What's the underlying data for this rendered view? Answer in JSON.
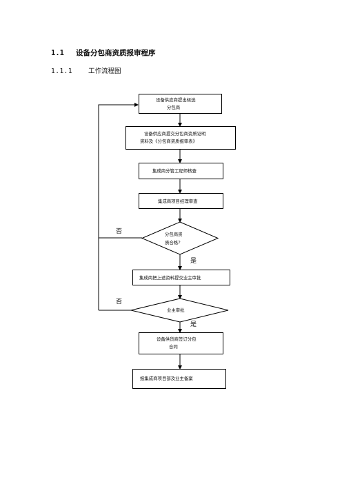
{
  "heading": {
    "number": "1.1",
    "title": "设备分包商资质报审程序"
  },
  "subheading": {
    "number": "1.1.1",
    "title": "工作流程图"
  },
  "flowchart": {
    "box1": {
      "line1": "设备供应商提出候选",
      "line2": "分包商"
    },
    "box2": {
      "line1": "设备供应商提交分包商资质证明",
      "line2": "资料及《分包商资质报审表》"
    },
    "box3": {
      "text": "集成商分管工程师核查"
    },
    "box4": {
      "text": "集成商项目经理审查"
    },
    "decision1": {
      "line1": "分包商资",
      "line2": "质合格?",
      "no_label": "否",
      "yes_label": "是"
    },
    "box5": {
      "text": "集成商把上述资料提交业主审批"
    },
    "decision2": {
      "text": "业主审批",
      "no_label": "否",
      "yes_label": "是"
    },
    "box6": {
      "line1": "设备供货商签订分包",
      "line2": "合同"
    },
    "box7": {
      "text": "报集成商项目部及业主备案"
    }
  }
}
